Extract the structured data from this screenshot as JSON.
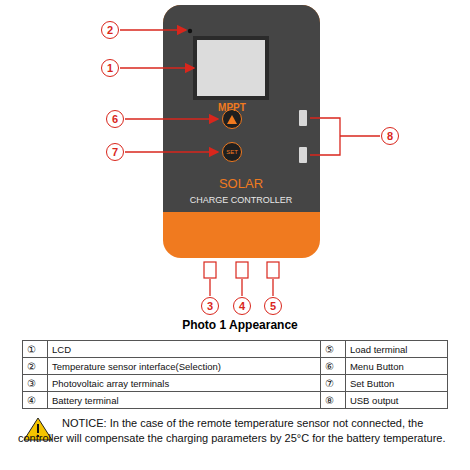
{
  "diagram": {
    "caption": "Photo 1 Appearance",
    "nodes": [
      {
        "text": [
          "2"
        ]
      },
      {
        "text": [
          "1"
        ]
      },
      {
        "text": [
          "6"
        ]
      },
      {
        "text": [
          "7"
        ]
      },
      {
        "text": [
          "SET"
        ]
      },
      {
        "text": [
          "8"
        ]
      },
      {
        "text": [
          "3"
        ]
      },
      {
        "text": [
          "4"
        ]
      },
      {
        "text": [
          "5"
        ]
      }
    ],
    "labels": [
      "MPPT",
      "SOLAR",
      "CHARGE CONTROLLER",
      "①",
      "LCD",
      "⑤",
      "Load terminal",
      "②",
      "Temperature sensor interface(Selection)",
      "⑥",
      "Menu Button",
      "③",
      "Photovoltaic array terminals",
      "⑦",
      "Set Button",
      "④",
      "Battery terminal",
      "⑧",
      "USB output",
      "NOTICE: In the case of the remote temperature sensor not connected, the controller will compensate the charging parameters by 25°C for the battery temperature."
    ]
  }
}
